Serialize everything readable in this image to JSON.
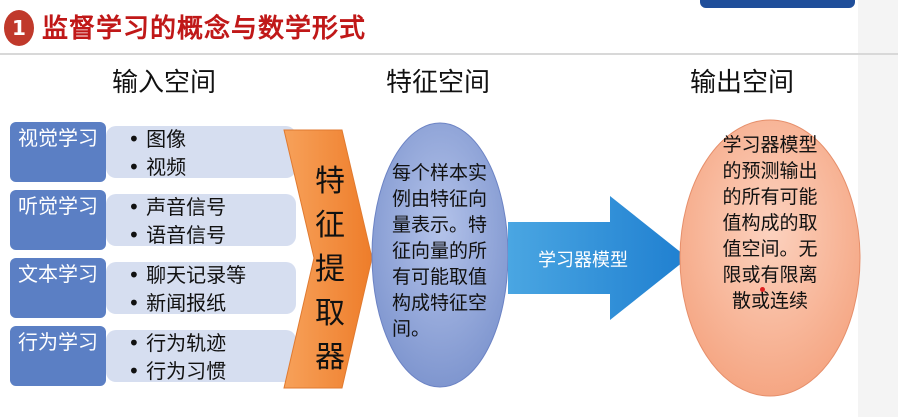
{
  "title": {
    "number": "1",
    "text": "监督学习的概念与数学形式"
  },
  "sections": {
    "input": "输入空间",
    "feature": "特征空间",
    "output": "输出空间"
  },
  "input_rows": [
    {
      "label": "视觉学习",
      "items": [
        "图像",
        "视频"
      ]
    },
    {
      "label": "听觉学习",
      "items": [
        "声音信号",
        "语音信号"
      ]
    },
    {
      "label": "文本学习",
      "items": [
        "聊天记录等",
        "新闻报纸"
      ]
    },
    {
      "label": "行为学习",
      "items": [
        "行为轨迹",
        "行为习惯"
      ]
    }
  ],
  "extractor": {
    "label": "特征提取器"
  },
  "feature_space": {
    "text": "每个样本实例由特征向量表示。特征向量的所有可能取值构成特征空间。"
  },
  "model_arrow": {
    "label": "学习器模型"
  },
  "output_space": {
    "text": "学习器模型的预测输出的所有可能值构成的取值空间。无限或有限离散或连续"
  },
  "colors": {
    "title": "#c01818",
    "input_label": "#5b7fc4",
    "input_bg": "#d6def0",
    "chevron": "#f0883a",
    "feature_ellipse": "#8fa4d8",
    "arrow": "#2f8fd6",
    "output_ellipse": "#f8b79a"
  }
}
